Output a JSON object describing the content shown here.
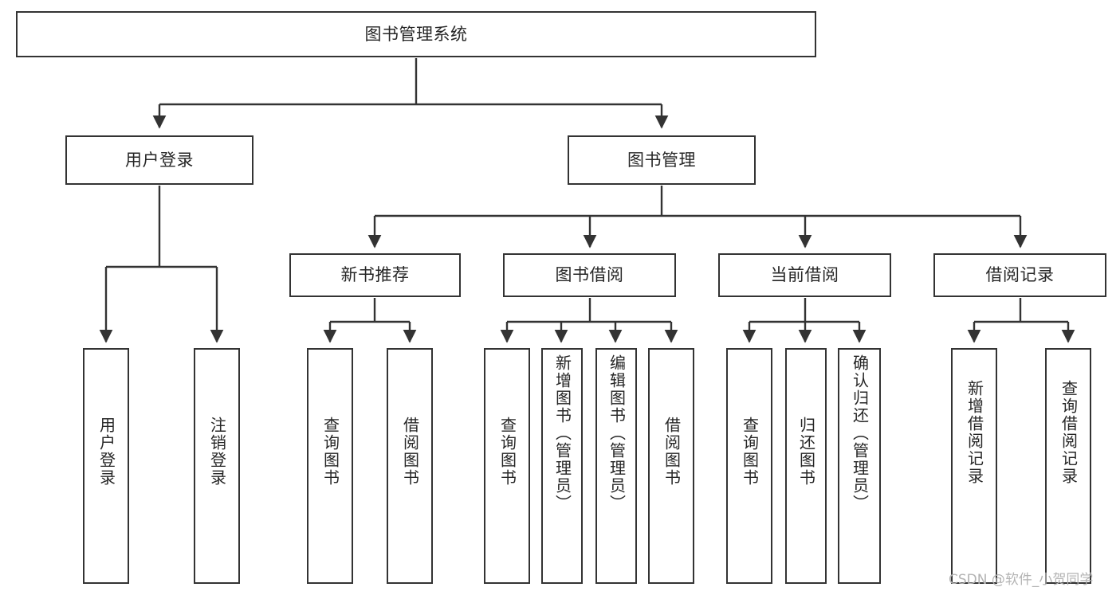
{
  "diagram": {
    "title": "图书管理系统",
    "type": "tree",
    "watermark": "CSDN @软件_小贺同学",
    "colors": {
      "box_border": "#333333",
      "box_fill": "#ffffff",
      "edge": "#333333",
      "text": "#262626",
      "watermark": "#b3b3b3"
    },
    "nodes": {
      "root": {
        "label": "图书管理系统"
      },
      "level2": [
        {
          "id": "user-login",
          "label": "用户登录"
        },
        {
          "id": "book-manage",
          "label": "图书管理"
        }
      ],
      "level3": [
        {
          "id": "new-book-recommend",
          "label": "新书推荐"
        },
        {
          "id": "book-borrow",
          "label": "图书借阅"
        },
        {
          "id": "current-borrow",
          "label": "当前借阅"
        },
        {
          "id": "borrow-record",
          "label": "借阅记录"
        }
      ],
      "leaves": {
        "user_login": [
          {
            "id": "leaf-user-login",
            "label": "用户登录"
          },
          {
            "id": "leaf-user-logout",
            "label": "注销登录"
          }
        ],
        "new_book_recommend": [
          {
            "id": "leaf-query-book-1",
            "label": "查询图书"
          },
          {
            "id": "leaf-borrow-book-1",
            "label": "借阅图书"
          }
        ],
        "book_borrow": [
          {
            "id": "leaf-query-book-2",
            "label": "查询图书"
          },
          {
            "id": "leaf-add-book",
            "label": "新增图书（管理员）"
          },
          {
            "id": "leaf-edit-book",
            "label": "编辑图书（管理员）"
          },
          {
            "id": "leaf-borrow-book-2",
            "label": "借阅图书"
          }
        ],
        "current_borrow": [
          {
            "id": "leaf-query-book-3",
            "label": "查询图书"
          },
          {
            "id": "leaf-return-book",
            "label": "归还图书"
          },
          {
            "id": "leaf-confirm-return",
            "label": "确认归还（管理员）"
          }
        ],
        "borrow_record": [
          {
            "id": "leaf-add-record",
            "label": "新增借阅记录"
          },
          {
            "id": "leaf-query-record",
            "label": "查询借阅记录"
          }
        ]
      }
    }
  }
}
